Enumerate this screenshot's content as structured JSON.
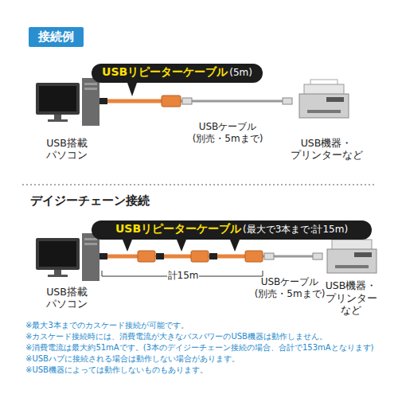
{
  "diagram": {
    "title": "接続例",
    "nodes": [
      {
        "text": [
          "USBリピーターケーブル",
          "(5m)"
        ]
      },
      {
        "text": [
          "USB搭載 パソコン"
        ]
      },
      {
        "text": [
          "USB機器・ プリンターなど"
        ]
      },
      {
        "text": [
          "USBリピーターケーブル",
          "(最大で3本まで:計15m)"
        ]
      },
      {
        "text": [
          "USB搭載 パソコン"
        ]
      },
      {
        "text": [
          "USB機器・ プリンター など"
        ]
      }
    ],
    "edges": [
      {
        "from": 1,
        "to": 2,
        "arrow": "none"
      },
      {
        "from": 4,
        "to": 5,
        "arrow": "none"
      }
    ],
    "labels": [
      "USBケーブル (別売・5mまで)",
      "デイジーチェーン接続",
      "計15m",
      "USBケーブル (別売・5mまで)",
      "※最大3本までのカスケード接続が可能です。",
      "※カスケード接続時には、消費電流が大きなバスパワーのUSB機器は動作しません。",
      "※消費電流は最大約51mAです。(3本のデイジーチェーン接続の場合、合計で153mAとなります)",
      "※USBハブに接続される場合は動作しない場合があります。",
      "※USB機器によっては動作しないものもあります。"
    ]
  }
}
